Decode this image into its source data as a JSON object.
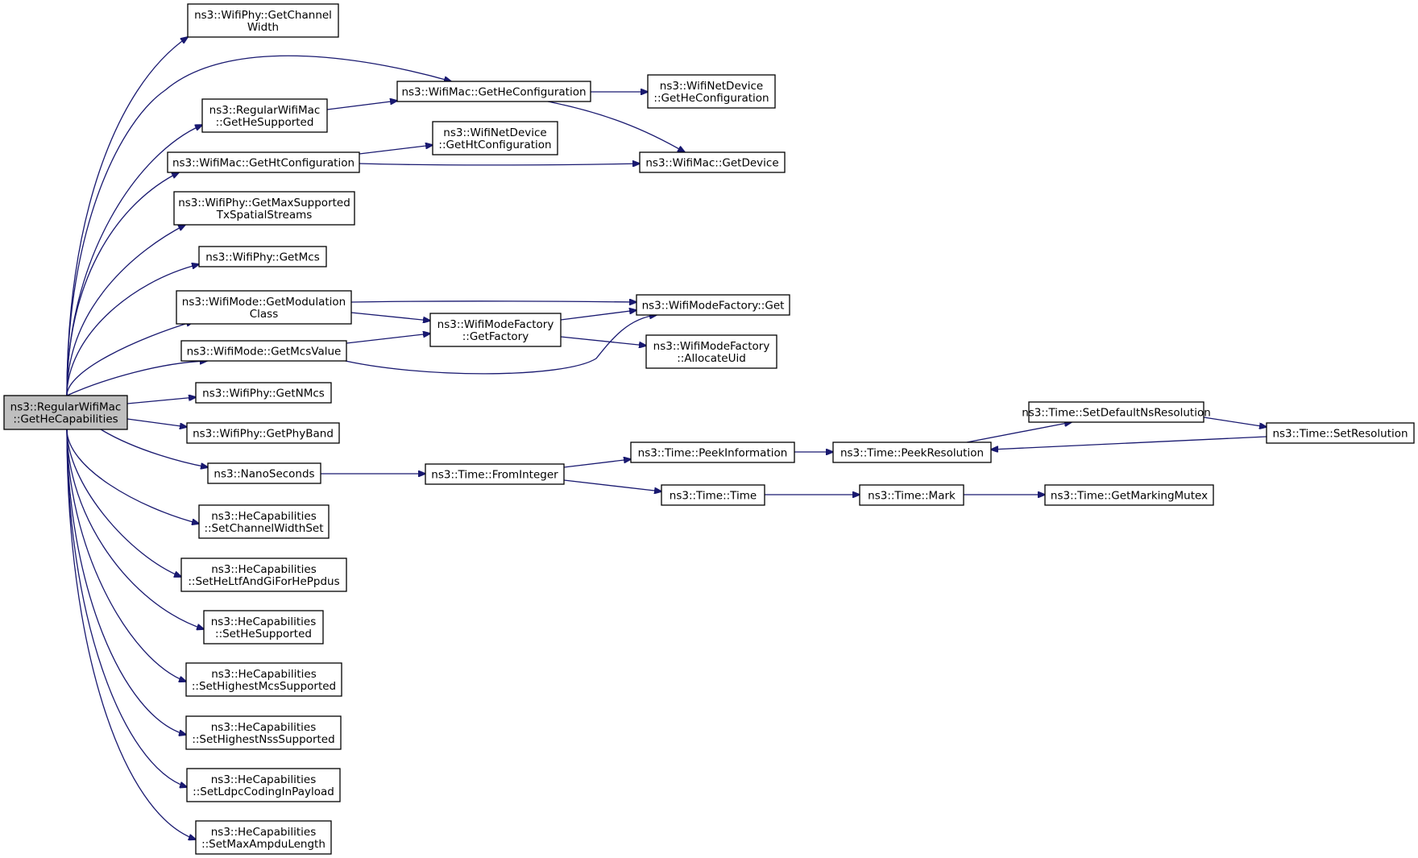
{
  "graph": {
    "edge_color": "#191970",
    "root_fill": "#bfbfbf",
    "nodes": [
      {
        "id": "root",
        "lines": [
          "ns3::RegularWifiMac",
          "::GetHeCapabilities"
        ]
      },
      {
        "id": "phy_chwidth",
        "lines": [
          "ns3::WifiPhy::GetChannel",
          "Width"
        ]
      },
      {
        "id": "mac_heconf",
        "lines": [
          "ns3::WifiMac::GetHeConfiguration"
        ]
      },
      {
        "id": "netdev_heconf",
        "lines": [
          "ns3::WifiNetDevice",
          "::GetHeConfiguration"
        ]
      },
      {
        "id": "regmac_hesup",
        "lines": [
          "ns3::RegularWifiMac",
          "::GetHeSupported"
        ]
      },
      {
        "id": "netdev_htconf",
        "lines": [
          "ns3::WifiNetDevice",
          "::GetHtConfiguration"
        ]
      },
      {
        "id": "mac_htconf",
        "lines": [
          "ns3::WifiMac::GetHtConfiguration"
        ]
      },
      {
        "id": "mac_device",
        "lines": [
          "ns3::WifiMac::GetDevice"
        ]
      },
      {
        "id": "phy_maxss",
        "lines": [
          "ns3::WifiPhy::GetMaxSupported",
          "TxSpatialStreams"
        ]
      },
      {
        "id": "phy_mcs",
        "lines": [
          "ns3::WifiPhy::GetMcs"
        ]
      },
      {
        "id": "mode_modclass",
        "lines": [
          "ns3::WifiMode::GetModulation",
          "Class"
        ]
      },
      {
        "id": "factory_get",
        "lines": [
          "ns3::WifiModeFactory::Get"
        ]
      },
      {
        "id": "factory_getfactory",
        "lines": [
          "ns3::WifiModeFactory",
          "::GetFactory"
        ]
      },
      {
        "id": "mode_mcsvalue",
        "lines": [
          "ns3::WifiMode::GetMcsValue"
        ]
      },
      {
        "id": "factory_alloc",
        "lines": [
          "ns3::WifiModeFactory",
          "::AllocateUid"
        ]
      },
      {
        "id": "phy_nmcs",
        "lines": [
          "ns3::WifiPhy::GetNMcs"
        ]
      },
      {
        "id": "phy_band",
        "lines": [
          "ns3::WifiPhy::GetPhyBand"
        ]
      },
      {
        "id": "nanosec",
        "lines": [
          "ns3::NanoSeconds"
        ]
      },
      {
        "id": "time_fromint",
        "lines": [
          "ns3::Time::FromInteger"
        ]
      },
      {
        "id": "time_peekinfo",
        "lines": [
          "ns3::Time::PeekInformation"
        ]
      },
      {
        "id": "time_peekres",
        "lines": [
          "ns3::Time::PeekResolution"
        ]
      },
      {
        "id": "time_setdefault",
        "lines": [
          "ns3::Time::SetDefaultNsResolution"
        ]
      },
      {
        "id": "time_setres",
        "lines": [
          "ns3::Time::SetResolution"
        ]
      },
      {
        "id": "time_time",
        "lines": [
          "ns3::Time::Time"
        ]
      },
      {
        "id": "time_mark",
        "lines": [
          "ns3::Time::Mark"
        ]
      },
      {
        "id": "time_mutex",
        "lines": [
          "ns3::Time::GetMarkingMutex"
        ]
      },
      {
        "id": "hecap_chws",
        "lines": [
          "ns3::HeCapabilities",
          "::SetChannelWidthSet"
        ]
      },
      {
        "id": "hecap_heltf",
        "lines": [
          "ns3::HeCapabilities",
          "::SetHeLtfAndGiForHePpdus"
        ]
      },
      {
        "id": "hecap_hesup",
        "lines": [
          "ns3::HeCapabilities",
          "::SetHeSupported"
        ]
      },
      {
        "id": "hecap_highmcs",
        "lines": [
          "ns3::HeCapabilities",
          "::SetHighestMcsSupported"
        ]
      },
      {
        "id": "hecap_highnss",
        "lines": [
          "ns3::HeCapabilities",
          "::SetHighestNssSupported"
        ]
      },
      {
        "id": "hecap_ldpc",
        "lines": [
          "ns3::HeCapabilities",
          "::SetLdpcCodingInPayload"
        ]
      },
      {
        "id": "hecap_maxampdu",
        "lines": [
          "ns3::HeCapabilities",
          "::SetMaxAmpduLength"
        ]
      }
    ],
    "edges": [
      {
        "from": "root",
        "to": "phy_chwidth"
      },
      {
        "from": "root",
        "to": "mac_heconf"
      },
      {
        "from": "root",
        "to": "regmac_hesup"
      },
      {
        "from": "root",
        "to": "mac_htconf"
      },
      {
        "from": "root",
        "to": "phy_maxss"
      },
      {
        "from": "root",
        "to": "phy_mcs"
      },
      {
        "from": "root",
        "to": "mode_modclass"
      },
      {
        "from": "root",
        "to": "mode_mcsvalue"
      },
      {
        "from": "root",
        "to": "phy_nmcs"
      },
      {
        "from": "root",
        "to": "phy_band"
      },
      {
        "from": "root",
        "to": "nanosec"
      },
      {
        "from": "root",
        "to": "hecap_chws"
      },
      {
        "from": "root",
        "to": "hecap_heltf"
      },
      {
        "from": "root",
        "to": "hecap_hesup"
      },
      {
        "from": "root",
        "to": "hecap_highmcs"
      },
      {
        "from": "root",
        "to": "hecap_highnss"
      },
      {
        "from": "root",
        "to": "hecap_ldpc"
      },
      {
        "from": "root",
        "to": "hecap_maxampdu"
      },
      {
        "from": "regmac_hesup",
        "to": "mac_heconf"
      },
      {
        "from": "mac_heconf",
        "to": "netdev_heconf"
      },
      {
        "from": "mac_heconf",
        "to": "mac_device"
      },
      {
        "from": "mac_htconf",
        "to": "netdev_htconf"
      },
      {
        "from": "mac_htconf",
        "to": "mac_device"
      },
      {
        "from": "mode_modclass",
        "to": "factory_get"
      },
      {
        "from": "mode_modclass",
        "to": "factory_getfactory"
      },
      {
        "from": "mode_mcsvalue",
        "to": "factory_getfactory"
      },
      {
        "from": "mode_mcsvalue",
        "to": "factory_get"
      },
      {
        "from": "factory_getfactory",
        "to": "factory_get"
      },
      {
        "from": "factory_getfactory",
        "to": "factory_alloc"
      },
      {
        "from": "nanosec",
        "to": "time_fromint"
      },
      {
        "from": "time_fromint",
        "to": "time_peekinfo"
      },
      {
        "from": "time_fromint",
        "to": "time_time"
      },
      {
        "from": "time_peekinfo",
        "to": "time_peekres"
      },
      {
        "from": "time_peekres",
        "to": "time_setdefault"
      },
      {
        "from": "time_setdefault",
        "to": "time_setres"
      },
      {
        "from": "time_setres",
        "to": "time_peekres"
      },
      {
        "from": "time_time",
        "to": "time_mark"
      },
      {
        "from": "time_mark",
        "to": "time_mutex"
      }
    ]
  }
}
